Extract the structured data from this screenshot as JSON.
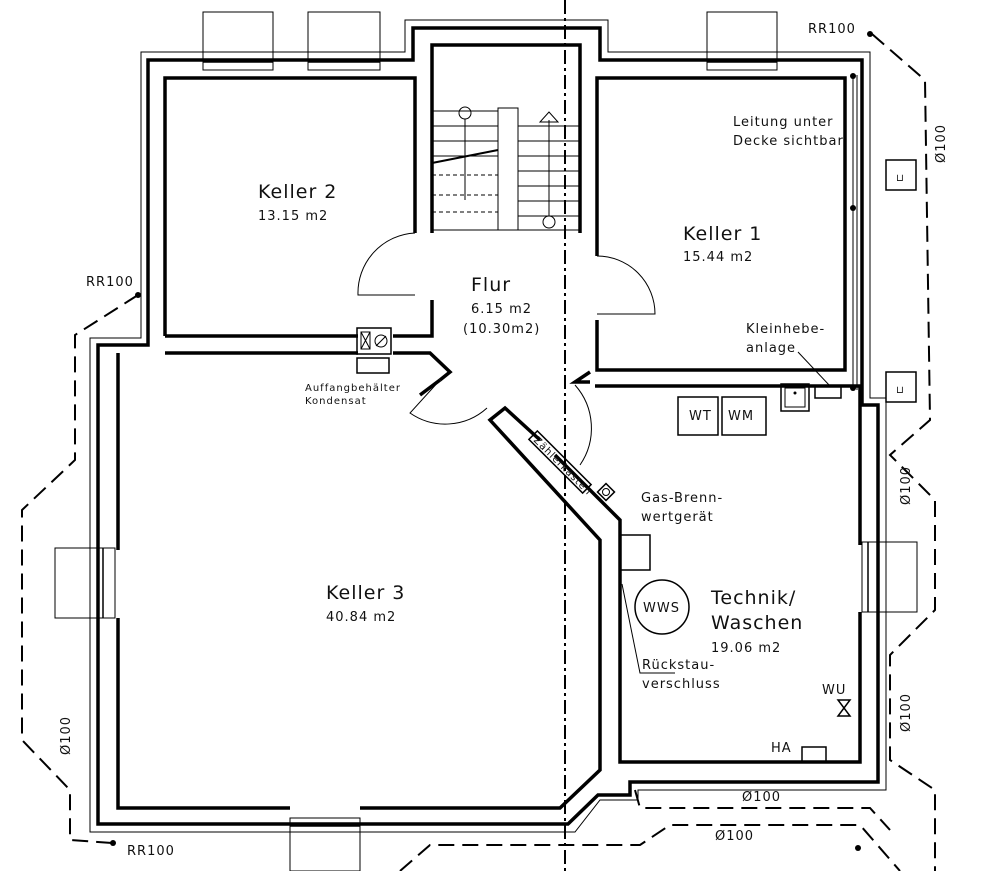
{
  "rooms": {
    "keller2": {
      "name": "Keller 2",
      "area": "13.15 m2"
    },
    "flur": {
      "name": "Flur",
      "area": "6.15 m2",
      "area_alt": "(10.30m2)"
    },
    "keller1": {
      "name": "Keller 1",
      "area": "15.44 m2"
    },
    "keller3": {
      "name": "Keller 3",
      "area": "40.84 m2"
    },
    "technik": {
      "name_line1": "Technik/",
      "name_line2": "Waschen",
      "area": "19.06 m2"
    }
  },
  "annotations": {
    "leitung_1": "Leitung unter",
    "leitung_2": "Decke sichtbar",
    "kleinhebe_1": "Kleinhebe-",
    "kleinhebe_2": "anlage",
    "auffang_1": "Auffangbehälter",
    "auffang_2": "Kondensat",
    "zaehler": "Zählerkasten",
    "gas_1": "Gas-Brenn-",
    "gas_2": "wertgerät",
    "rueck_1": "Rückstau-",
    "rueck_2": "verschluss",
    "wt": "WT",
    "wm": "WM",
    "wws": "WWS",
    "wu": "WU",
    "ha": "HA"
  },
  "pipes": {
    "rr_top": "RR100",
    "rr_left": "RR100",
    "rr_bottom": "RR100",
    "d_right_top": "Ø100",
    "d_right_mid": "Ø100",
    "d_right_low": "Ø100",
    "d_left": "Ø100",
    "d_bottom1": "Ø100",
    "d_bottom2": "Ø100"
  }
}
